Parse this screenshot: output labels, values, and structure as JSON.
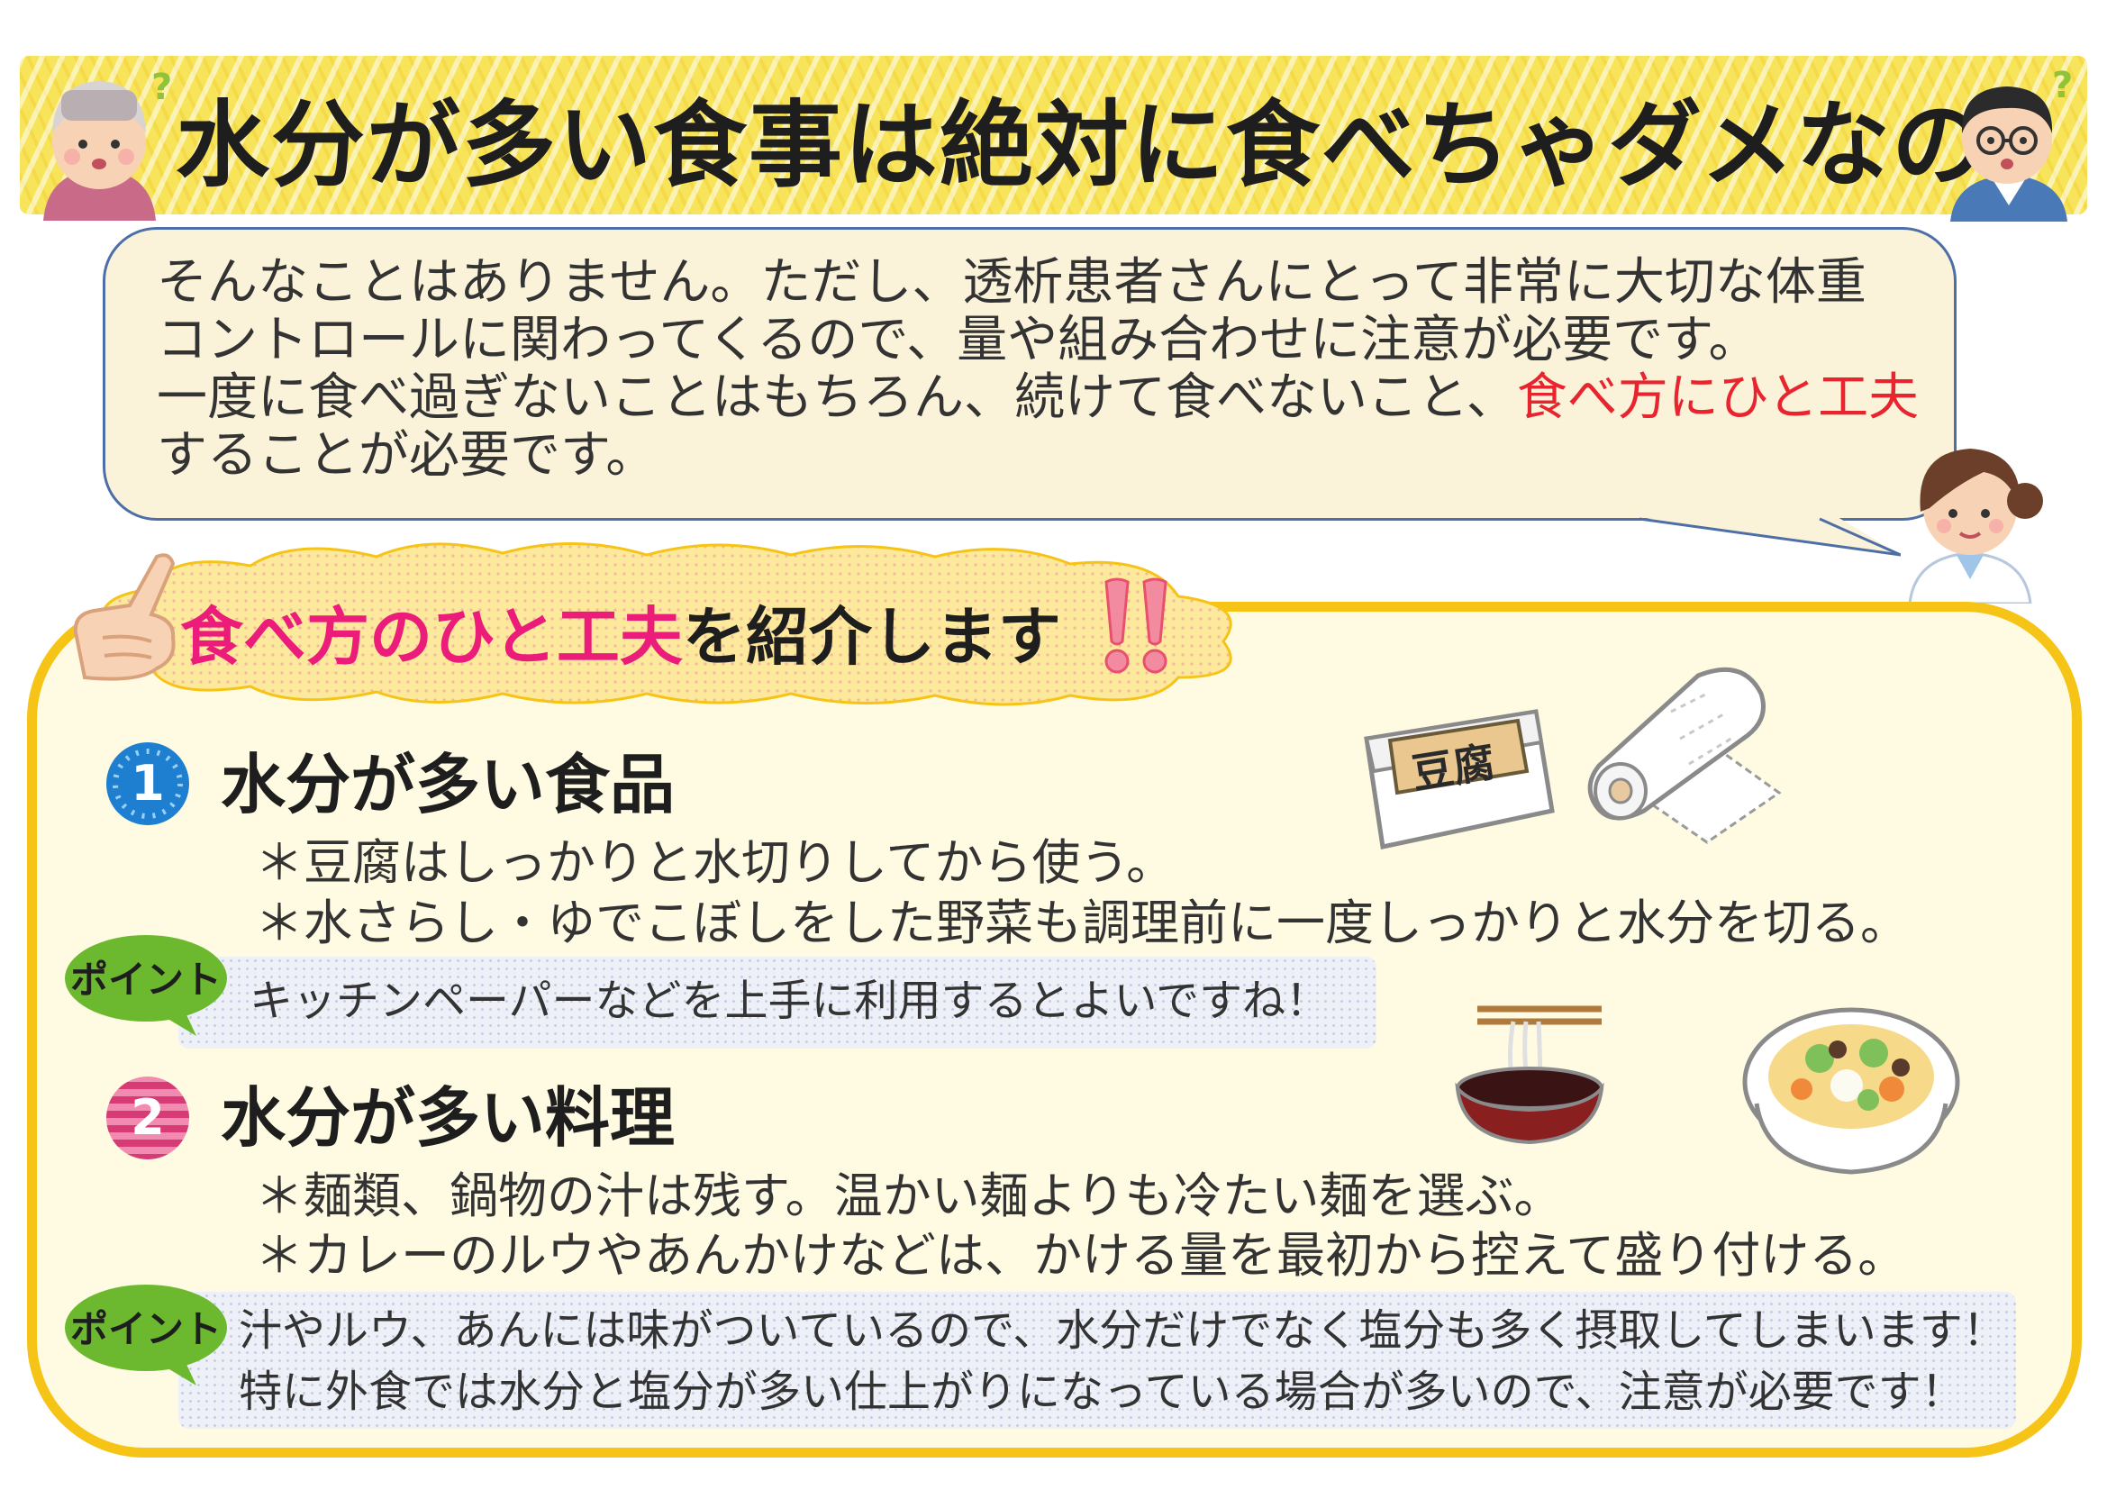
{
  "header": {
    "title": "水分が多い食事は絶対に食べちゃダメなの？"
  },
  "intro": {
    "line1": "そんなことはありません。ただし、透析患者さんにとって非常に大切な体重",
    "line2": "コントロールに関わってくるので、量や組み合わせに注意が必要です。",
    "line3_before": "一度に食べ過ぎないことはもちろん、続けて食べないこと、",
    "line3_highlight": "食べ方にひと工夫",
    "line4": "することが必要です。"
  },
  "heading": {
    "highlight": "食べ方のひと工夫",
    "rest": "を紹介します"
  },
  "section1": {
    "number": "1",
    "title": "水分が多い食品",
    "items": [
      "＊豆腐はしっかりと水切りしてから使う。",
      "＊水さらし・ゆでこぼしをした野菜も調理前に一度しっかりと水分を切る。"
    ],
    "point_label": "ポイント",
    "point_lines": [
      "キッチンペーパーなどを上手に利用するとよいですね！"
    ],
    "tofu_label": "豆腐"
  },
  "section2": {
    "number": "2",
    "title": "水分が多い料理",
    "items": [
      "＊麺類、鍋物の汁は残す。温かい麺よりも冷たい麺を選ぶ。",
      "＊カレーのルウやあんかけなどは、かける量を最初から控えて盛り付ける。"
    ],
    "point_label": "ポイント",
    "point_lines": [
      "汁やルウ、あんには味がついているので、水分だけでなく塩分も多く摂取してしまいます！",
      "特に外食では水分と塩分が多い仕上がりになっている場合が多いので、注意が必要です！"
    ]
  },
  "colors": {
    "banner": "#f7e45a",
    "accent_red": "#e8252e",
    "accent_pink": "#ec1c7a",
    "panel_border": "#f6c417",
    "point_green": "#6cb92f",
    "bubble_border": "#4e6ea8"
  }
}
